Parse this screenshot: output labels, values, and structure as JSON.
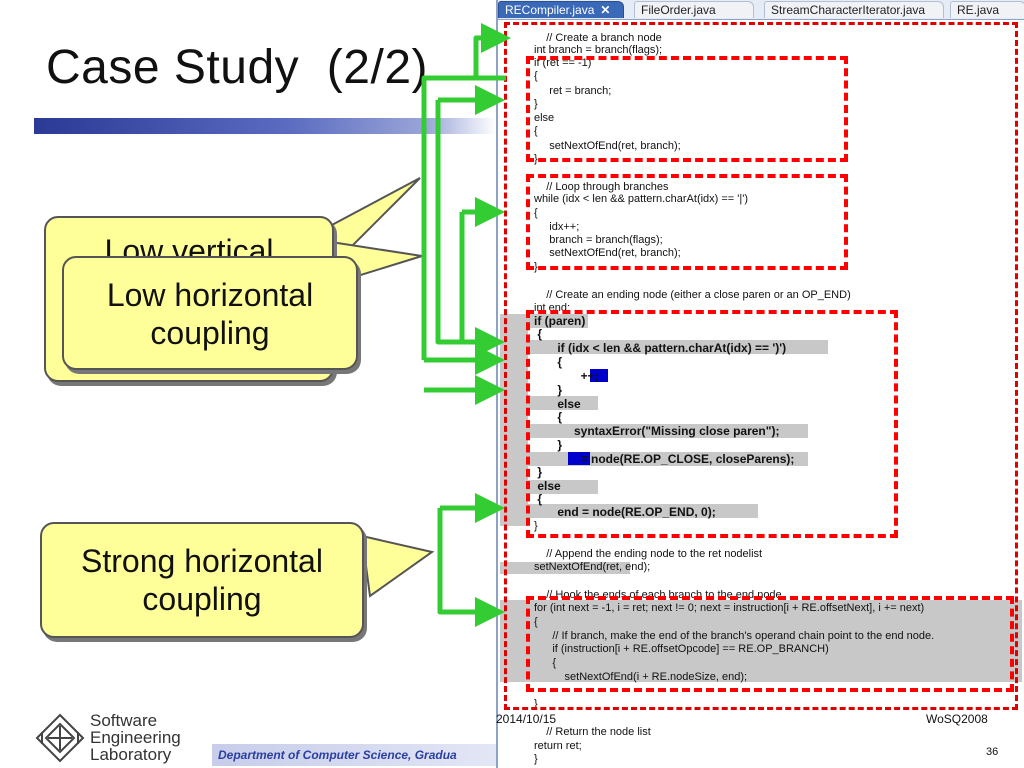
{
  "slide": {
    "title": "Case Study  (2/2)",
    "date": "2014/10/15",
    "conference": "WoSQ2008",
    "page_number": "36",
    "department": "Department of Computer Science, Gradua",
    "logo_lines": [
      "Software",
      "Engineering",
      "Laboratory"
    ]
  },
  "editor": {
    "tabs": [
      {
        "label": "RECompiler.java",
        "close": "✕",
        "active": true
      },
      {
        "label": "FileOrder.java",
        "active": false
      },
      {
        "label": "StreamCharacterIterator.java",
        "active": false
      },
      {
        "label": "RE.java",
        "active": false
      }
    ],
    "code_lines": [
      "    // Create a branch node",
      "int branch = branch(flags);",
      "if (ret == -1)",
      "{",
      "     ret = branch;",
      "}",
      "else",
      "{",
      "     setNextOfEnd(ret, branch);",
      "}",
      "    // Loop through branches",
      "while (idx < len && pattern.charAt(idx) == '|')",
      "{",
      "     idx++;",
      "     branch = branch(flags);",
      "     setNextOfEnd(ret, branch);",
      "}",
      "    // Create an ending node (either a close paren or an OP_END)",
      "int end;",
      "if (paren)",
      " {",
      "       if (idx < len && pattern.charAt(idx) == ')')",
      "       {",
      "              ++;",
      "       }",
      "       else",
      "       {",
      "            syntaxError(\"Missing close paren\");",
      "       }",
      "              = node(RE.OP_CLOSE, closeParens);",
      " }",
      " else",
      " {",
      "       end = node(RE.OP_END, 0);",
      "}",
      "    // Append the ending node to the ret nodelist",
      "setNextOfEnd(ret, end);",
      "    // Hook the ends of each branch to the end node",
      "for (int next = -1, i = ret; next != 0; next = instruction[i + RE.offsetNext], i += next)",
      "{",
      "      // If branch, make the end of the branch's operand chain point to the end node.",
      "      if (instruction[i + RE.offsetOpcode] == RE.OP_BRANCH)",
      "      {",
      "          setNextOfEnd(i + RE.nodeSize, end);",
      "}",
      "    // Return the node list",
      "return ret;",
      "}"
    ]
  },
  "callouts": {
    "low_vertical": "Low vertical",
    "low_horizontal_line1": "Low horizontal",
    "low_horizontal_line2": "coupling",
    "strong_horizontal_line1": "Strong horizontal",
    "strong_horizontal_line2": "coupling"
  },
  "colors": {
    "arrow": "#33cc33",
    "dash_red": "#ff0000",
    "callout_fill": "#ffff99",
    "highlight_green": "#33ff33",
    "title_bar": "#2a3a95"
  }
}
